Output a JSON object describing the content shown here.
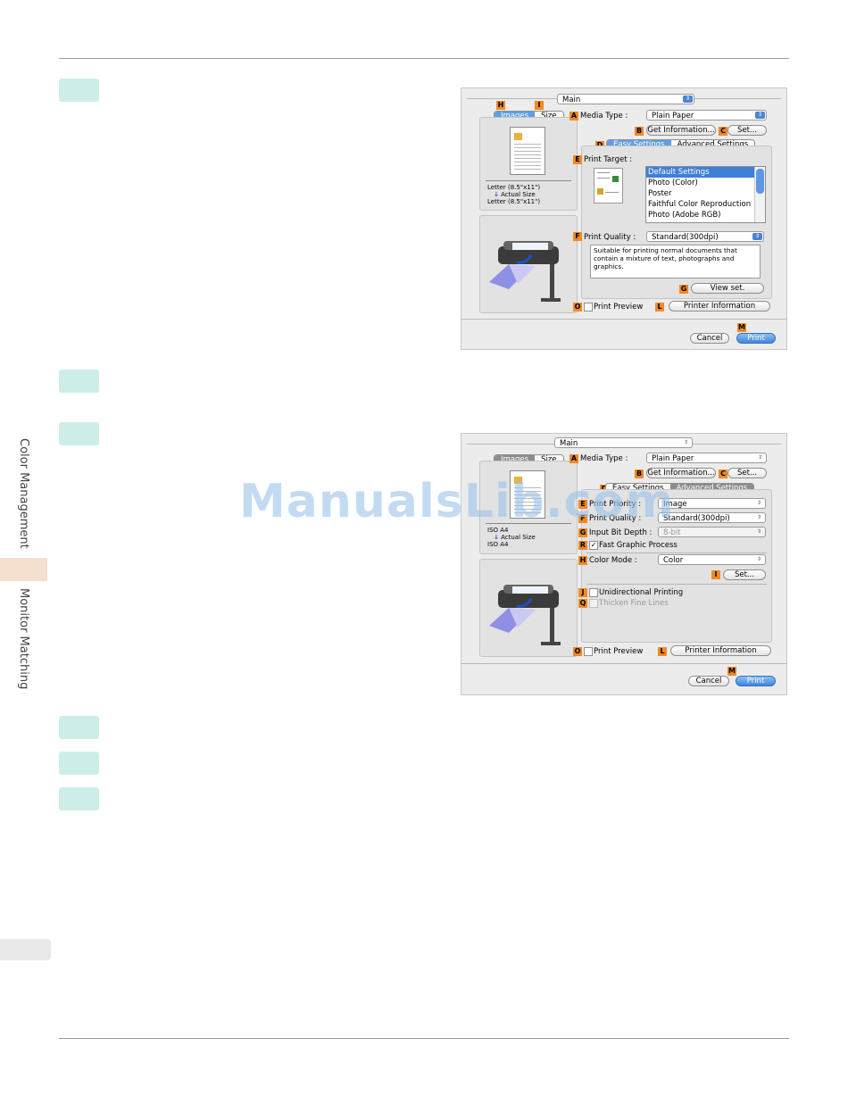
{
  "side_tabs": {
    "color_management": "Color Management",
    "monitor_matching": "Monitor Matching"
  },
  "watermark": "ManualsLib.com",
  "colors": {
    "step_box": "#cdeee8",
    "badge": "#f08a24",
    "active_tab": "#f5dfcf",
    "button_blue": "#3f86dc"
  },
  "dialog1": {
    "panel_select": "Main",
    "left_tabs": [
      "Images",
      "Size"
    ],
    "badge_images": "H",
    "badge_size": "I",
    "size_info": [
      "Letter (8.5\"x11\")",
      "Actual Size",
      "Letter (8.5\"x11\")"
    ],
    "badges": {
      "media_type": "A",
      "get_info": "B",
      "set": "C",
      "mode_tabs": "D",
      "print_target": "E",
      "print_quality": "F",
      "view_set": "G",
      "print_preview": "O",
      "printer_info": "L",
      "print": "M"
    },
    "media_type_label": "Media Type :",
    "media_type_value": "Plain Paper",
    "get_information": "Get Information...",
    "set": "Set...",
    "mode_tabs": [
      "Easy Settings",
      "Advanced Settings"
    ],
    "print_target_label": "Print Target :",
    "print_target_options": [
      "Default Settings",
      "Photo (Color)",
      "Poster",
      "Faithful Color Reproduction",
      "Photo (Adobe RGB)"
    ],
    "print_target_selected": "Default Settings",
    "print_quality_label": "Print Quality :",
    "print_quality_value": "Standard(300dpi)",
    "description": "Suitable for printing normal documents that contain a mixture of text, photographs and graphics.",
    "view_set": "View set.",
    "print_preview": "Print Preview",
    "printer_information": "Printer Information",
    "cancel": "Cancel",
    "print": "Print"
  },
  "dialog2": {
    "panel_select": "Main",
    "left_tabs": [
      "Images",
      "Size"
    ],
    "size_info": [
      "ISO A4",
      "Actual Size",
      "ISO A4"
    ],
    "badges": {
      "media_type": "A",
      "get_info": "B",
      "set": "C",
      "mode_tabs": "D",
      "print_priority": "E",
      "print_quality": "F",
      "input_bit_depth": "G",
      "fast_graphic": "R",
      "color_mode": "H",
      "color_set": "I",
      "unidirectional": "J",
      "thicken": "Q",
      "print_preview": "O",
      "printer_info": "L",
      "print": "M"
    },
    "media_type_label": "Media Type :",
    "media_type_value": "Plain Paper",
    "get_information": "Get Information...",
    "set": "Set...",
    "mode_tabs": [
      "Easy Settings",
      "Advanced Settings"
    ],
    "print_priority_label": "Print Priority :",
    "print_priority_value": "Image",
    "print_quality_label": "Print Quality :",
    "print_quality_value": "Standard(300dpi)",
    "input_bit_depth_label": "Input Bit Depth :",
    "input_bit_depth_value": "8-bit",
    "fast_graphic_label": "Fast Graphic Process",
    "fast_graphic_checked": true,
    "color_mode_label": "Color Mode :",
    "color_mode_value": "Color",
    "color_set": "Set...",
    "unidirectional_label": "Unidirectional Printing",
    "thicken_label": "Thicken Fine Lines",
    "print_preview": "Print Preview",
    "printer_information": "Printer Information",
    "cancel": "Cancel",
    "print": "Print"
  }
}
